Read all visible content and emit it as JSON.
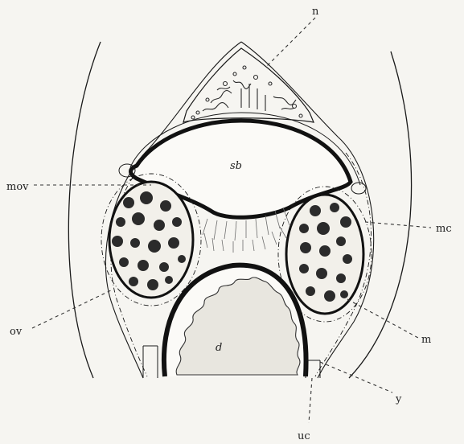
{
  "labels": {
    "n": "n",
    "sb": "sb",
    "mov": "mov",
    "mc": "mc",
    "ov": "ov",
    "m": "m",
    "d": "d",
    "y": "y",
    "uc": "uc"
  },
  "colors": {
    "background": "#f6f5f1",
    "ink": "#1a1a1a",
    "cell_nucleus": "#2b2b2b",
    "hatching": "#6d6d6d"
  }
}
